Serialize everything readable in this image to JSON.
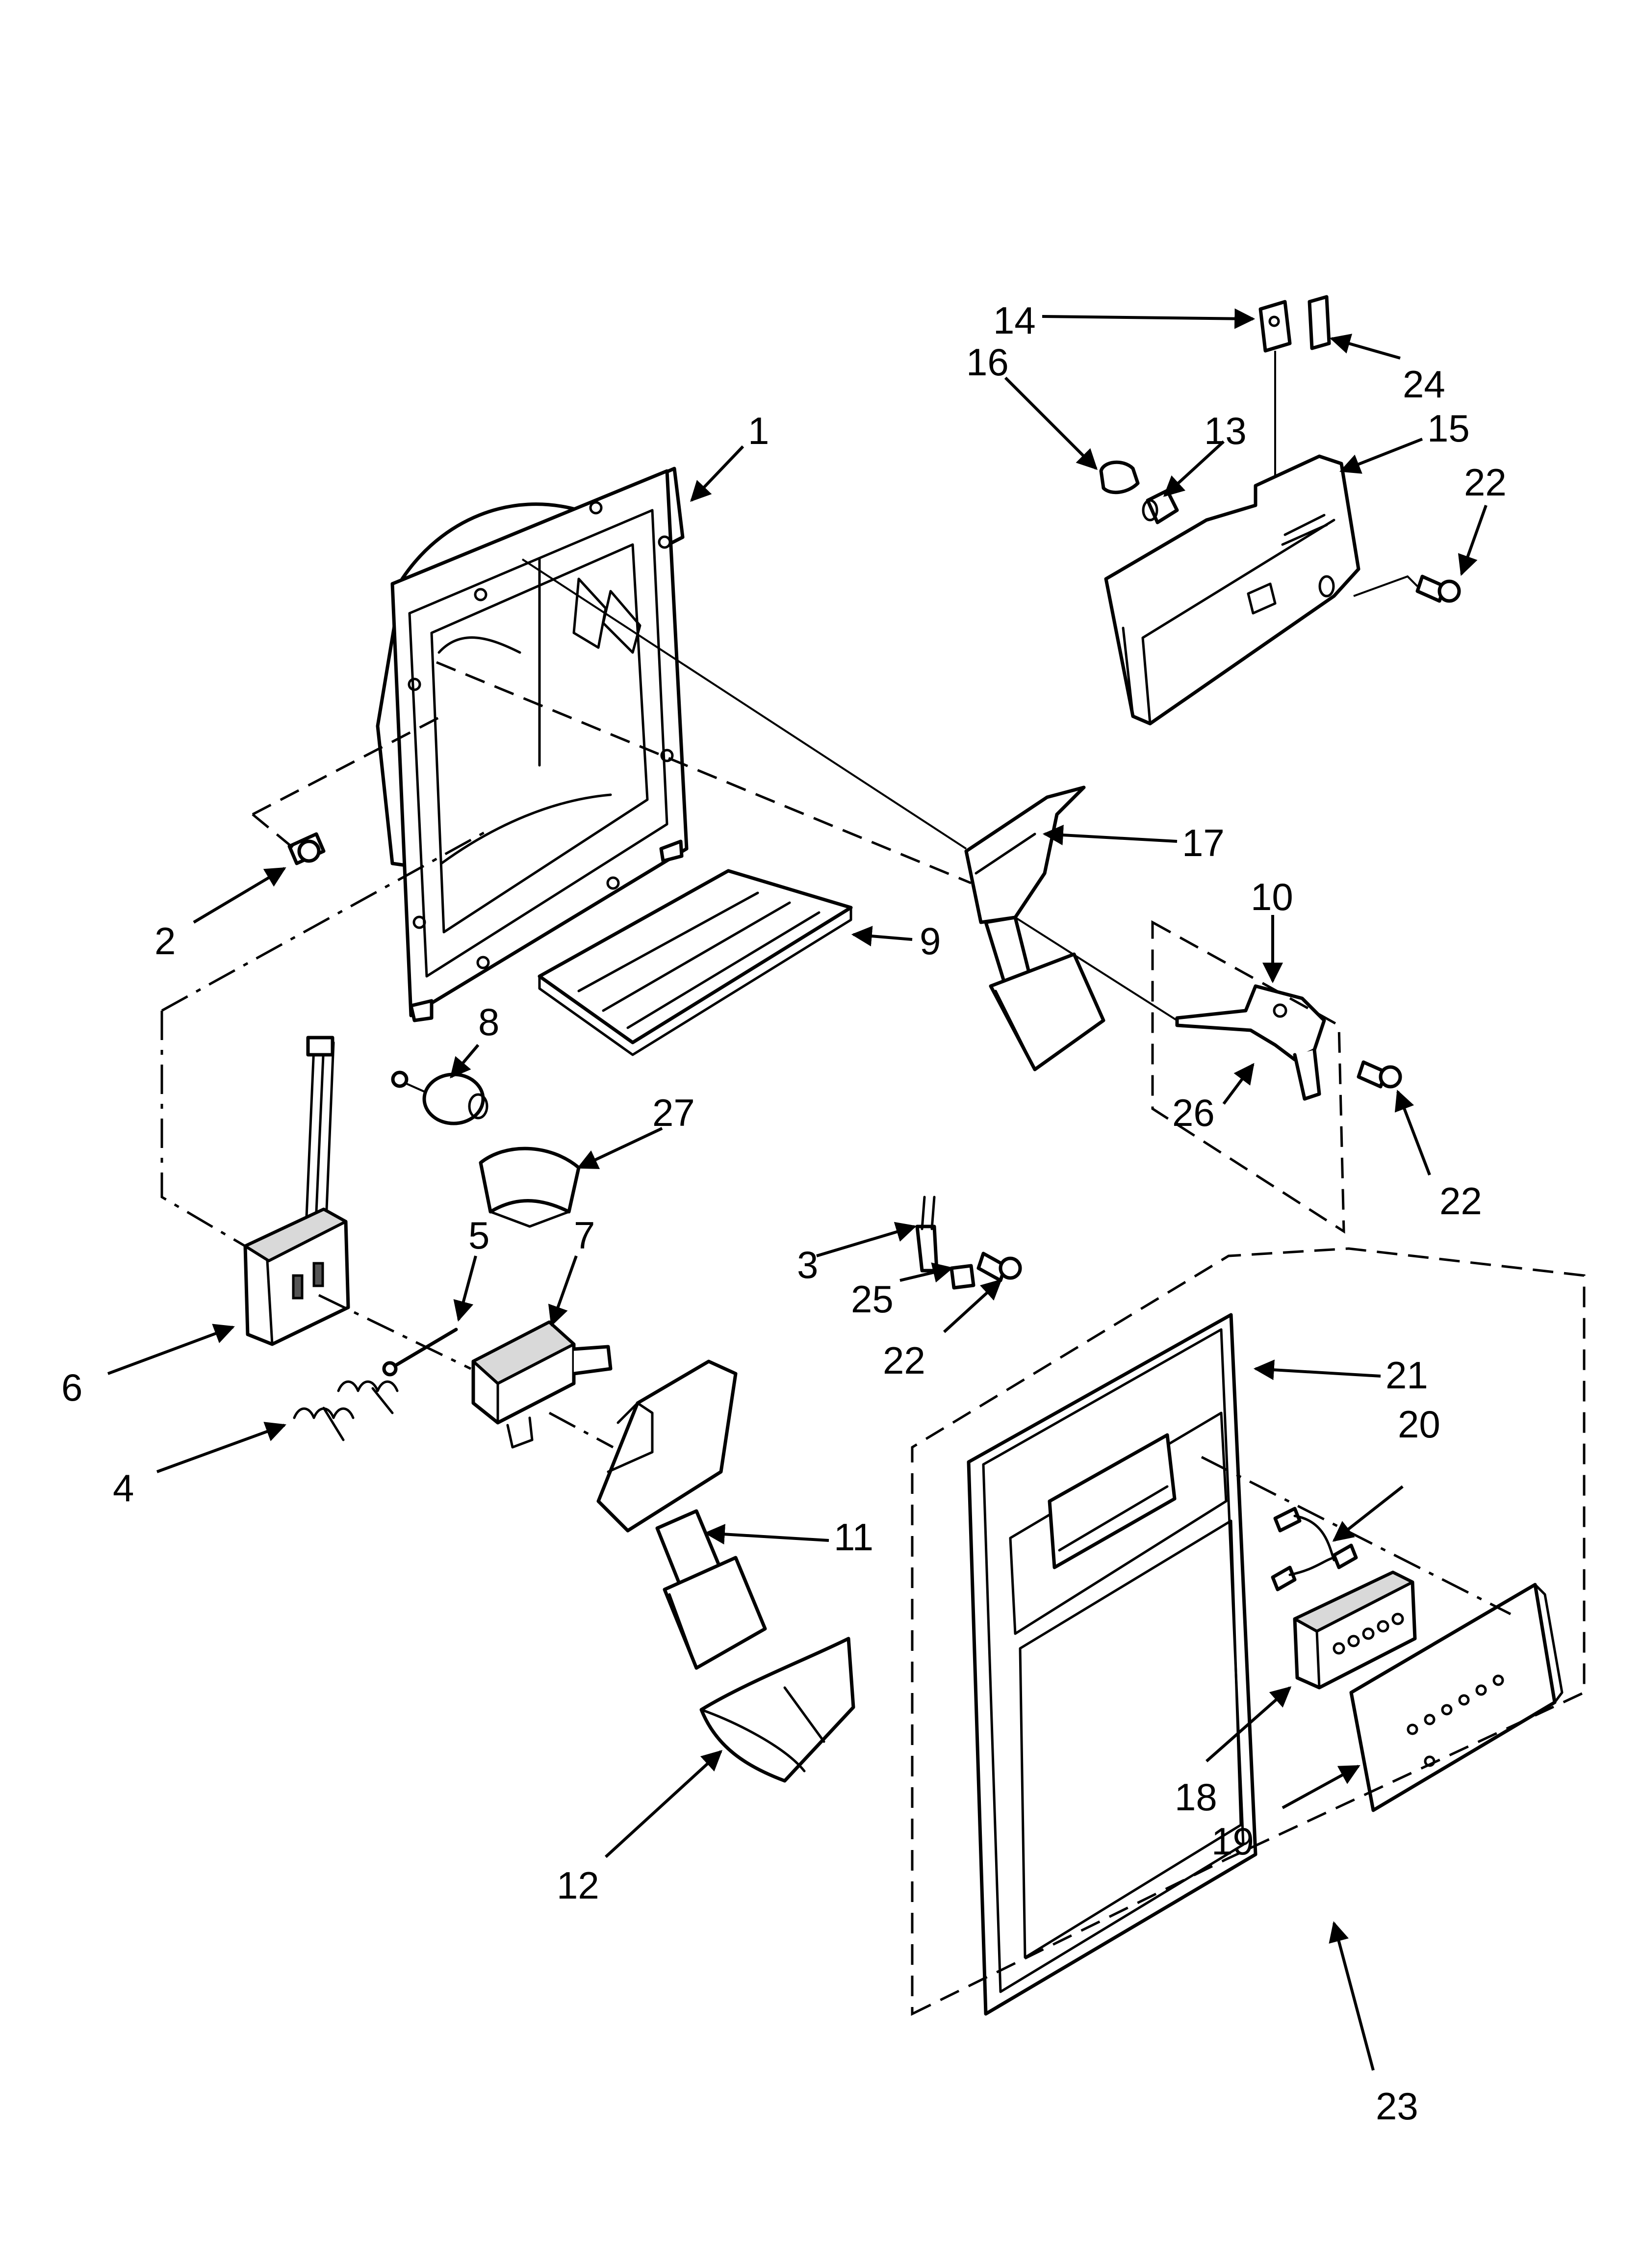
{
  "callouts": {
    "c1": "1",
    "c2": "2",
    "c3": "3",
    "c4": "4",
    "c5": "5",
    "c6": "6",
    "c7": "7",
    "c8": "8",
    "c9": "9",
    "c10": "10",
    "c11": "11",
    "c12": "12",
    "c13": "13",
    "c14": "14",
    "c15": "15",
    "c16": "16",
    "c17": "17",
    "c18": "18",
    "c19": "19",
    "c20": "20",
    "c21": "21",
    "c22a": "22",
    "c22b": "22",
    "c22c": "22",
    "c23": "23",
    "c24": "24",
    "c25": "25",
    "c26": "26",
    "c27": "27"
  },
  "colors": {
    "line": "#000000",
    "fill": "#ffffff",
    "shade": "#d9d9d9"
  }
}
